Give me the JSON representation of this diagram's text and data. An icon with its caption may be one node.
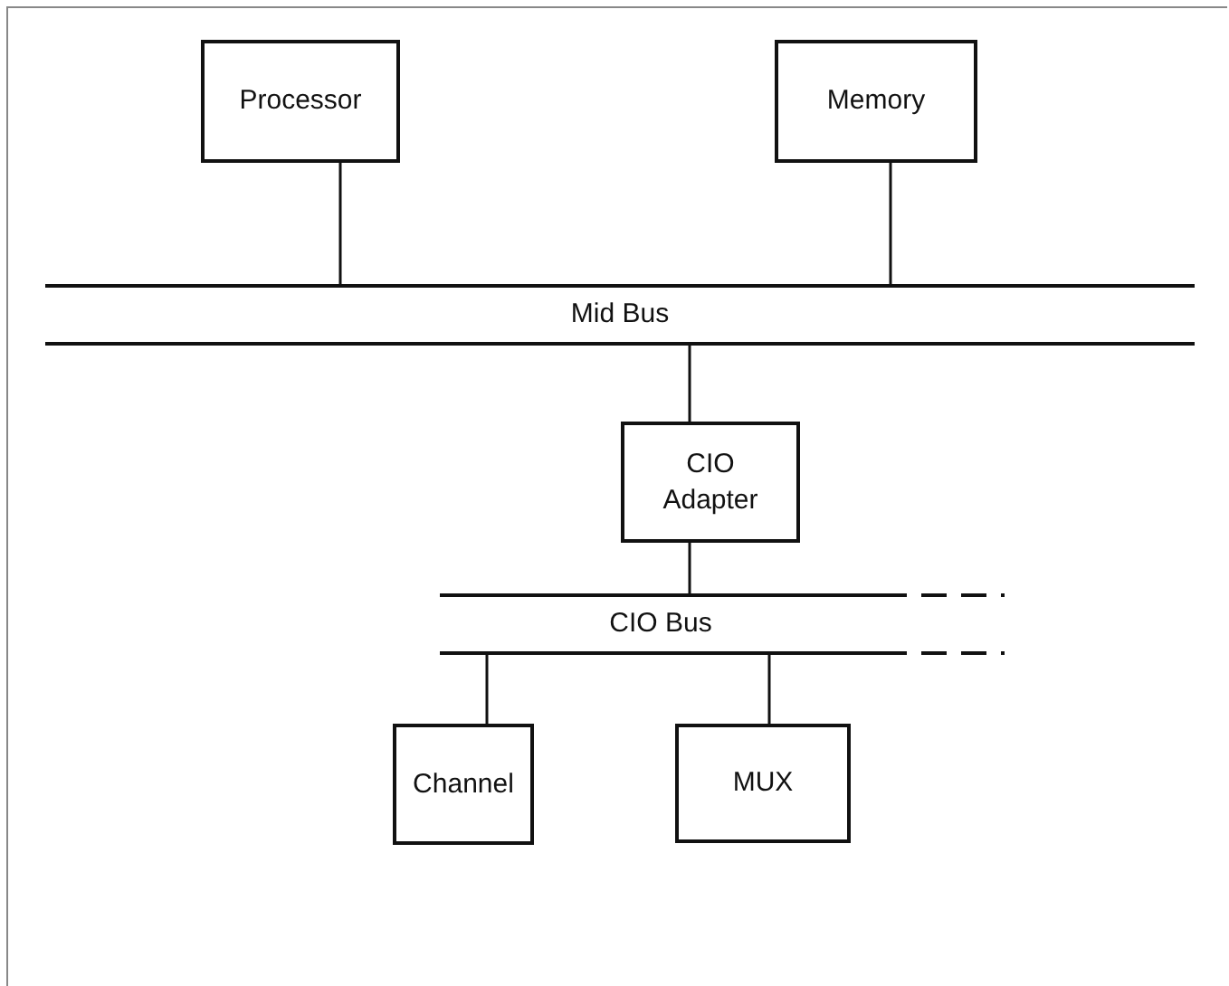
{
  "diagram": {
    "nodes": [
      {
        "text": [
          "Processor"
        ]
      },
      {
        "text": [
          "Memory"
        ]
      },
      {
        "text": [
          "Mid Bus"
        ]
      },
      {
        "text": [
          "CIO Adapter"
        ]
      },
      {
        "text": [
          "CIO Bus"
        ]
      },
      {
        "text": [
          "Channel"
        ]
      },
      {
        "text": [
          "MUX"
        ]
      }
    ],
    "edges": [
      {
        "from": 0,
        "to": 2,
        "arrow": "none"
      },
      {
        "from": 1,
        "to": 2,
        "arrow": "none"
      },
      {
        "from": 2,
        "to": 3,
        "arrow": "none"
      },
      {
        "from": 3,
        "to": 4,
        "arrow": "none"
      },
      {
        "from": 4,
        "to": 5,
        "arrow": "none"
      },
      {
        "from": 4,
        "to": 6,
        "arrow": "none"
      }
    ]
  }
}
